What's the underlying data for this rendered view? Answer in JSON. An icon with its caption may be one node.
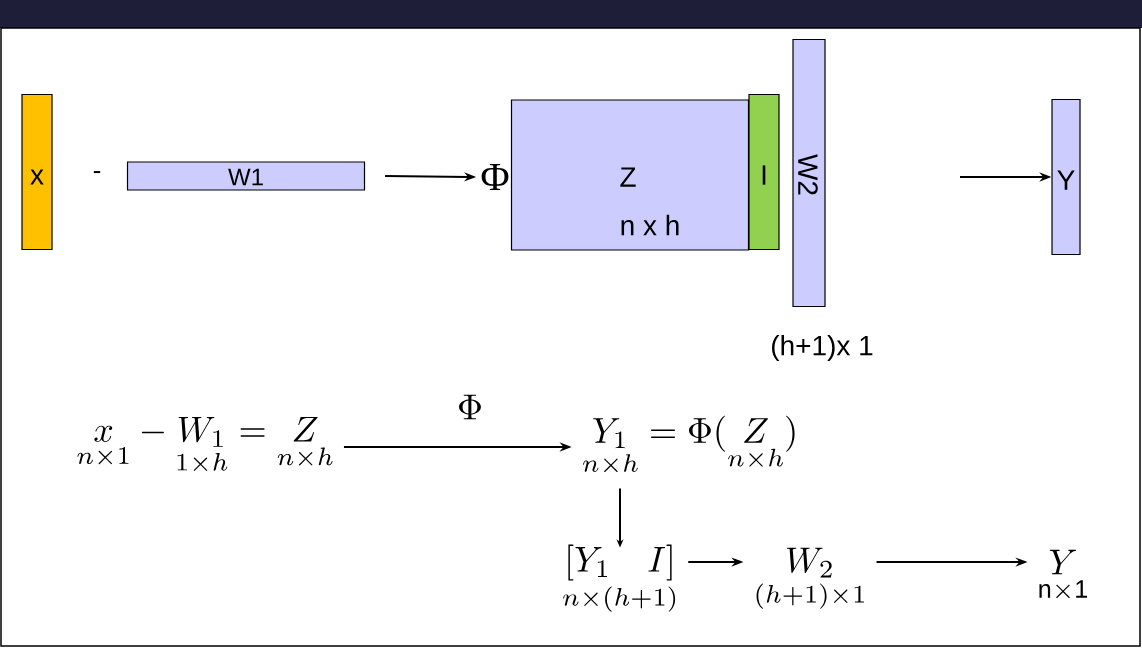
{
  "diagram": {
    "nodes": [
      {
        "text": [
          "x"
        ]
      },
      {
        "text": [
          "W1"
        ]
      },
      {
        "text": [
          "Φ"
        ]
      },
      {
        "text": [
          "Z",
          "n x h"
        ]
      },
      {
        "text": [
          "I"
        ]
      },
      {
        "text": [
          "W2"
        ]
      },
      {
        "text": [
          "Y"
        ]
      },
      {
        "text": [
          "\\underset{n\\times 1}{x} - \\underset{1\\times h}{W_1} = \\underset{n\\times h}{Z}"
        ]
      },
      {
        "text": [
          "\\underset{n\\times h}{Y_1} = \\Phi(\\underset{n\\times h}{Z})"
        ]
      },
      {
        "text": [
          "\\underset{n\\times (h+1)}{[Y_1\\quad I]}"
        ]
      },
      {
        "text": [
          "\\underset{(h+1)\\times 1}{W_2}"
        ]
      },
      {
        "text": [
          "\\underset{\\mathrm{n\\times 1}}{Y}"
        ]
      }
    ],
    "edges": [
      {
        "from": 1,
        "to": 2,
        "arrow": "to"
      },
      {
        "from": null,
        "to": 6,
        "arrow": "to"
      },
      {
        "from": 7,
        "to": 8,
        "arrow": "to",
        "label": "\\Phi"
      },
      {
        "from": 8,
        "to": 9,
        "arrow": "to"
      },
      {
        "from": 9,
        "to": 10,
        "arrow": "to"
      },
      {
        "from": 10,
        "to": 11,
        "arrow": "to"
      }
    ],
    "labels": [
      "-",
      "(h+1)x 1"
    ]
  }
}
